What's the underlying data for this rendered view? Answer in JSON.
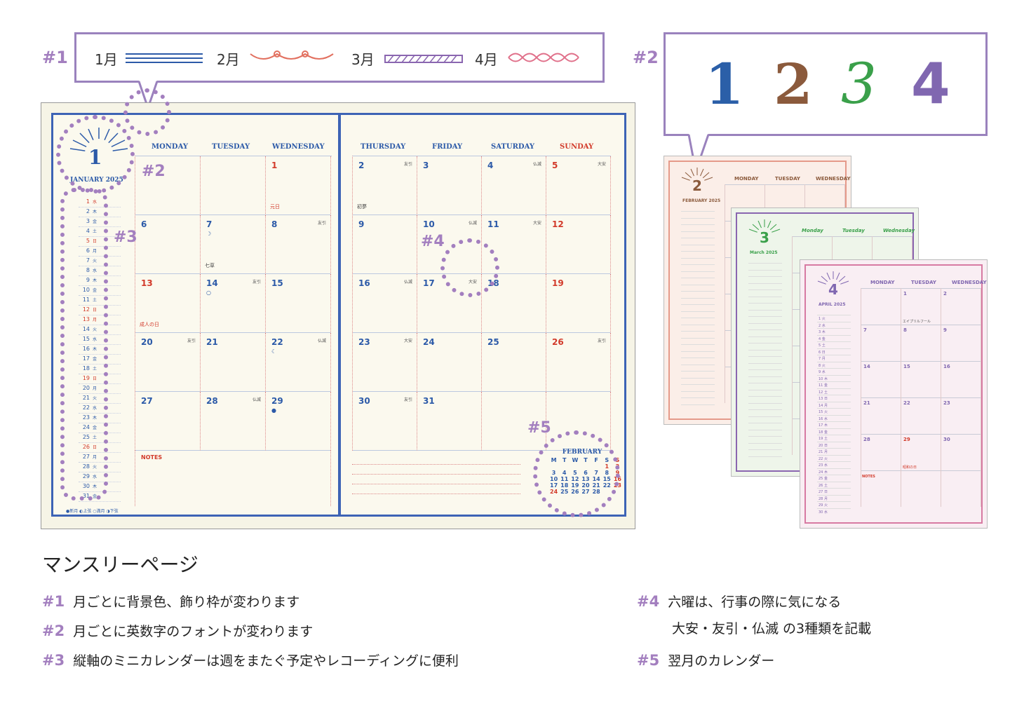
{
  "tags": {
    "t1": "#1",
    "t2": "#2",
    "t3": "#3",
    "t4": "#4",
    "t5": "#5"
  },
  "bubble1": {
    "months": [
      "1月",
      "2月",
      "3月",
      "4月"
    ],
    "colors": [
      "#2c5aa8",
      "#e2705f",
      "#8a66b0",
      "#e0708a"
    ]
  },
  "bubble2": {
    "digits": [
      "1",
      "2",
      "3",
      "4"
    ],
    "colors": [
      "#2b5fa8",
      "#8b5a3c",
      "#3aa04a",
      "#8067b0"
    ]
  },
  "planner": {
    "month_number": "1",
    "month_label": "JANUARY 2025",
    "left_days": [
      "MONDAY",
      "TUESDAY",
      "WEDNESDAY"
    ],
    "right_days": [
      "THURSDAY",
      "FRIDAY",
      "SATURDAY",
      "SUNDAY"
    ],
    "notes_label": "NOTES",
    "moon_legend": "●新月 ◐上弦 ○満月 ◑下弦",
    "left_cells": [
      [
        {
          "n": ""
        },
        {
          "n": ""
        },
        {
          "n": "1",
          "red": true,
          "holiday": "元日"
        }
      ],
      [
        {
          "n": "6"
        },
        {
          "n": "7",
          "moon": "☽",
          "event": "七草"
        },
        {
          "n": "8",
          "rokuyo": "友引"
        }
      ],
      [
        {
          "n": "13",
          "red": true,
          "holiday": "成人の日"
        },
        {
          "n": "14",
          "rokuyo": "友引",
          "moon": "○"
        },
        {
          "n": "15"
        }
      ],
      [
        {
          "n": "20",
          "rokuyo": "友引"
        },
        {
          "n": "21"
        },
        {
          "n": "22",
          "rokuyo": "仏滅",
          "moon": "☾"
        }
      ],
      [
        {
          "n": "27"
        },
        {
          "n": "28",
          "rokuyo": "仏滅"
        },
        {
          "n": "29",
          "moon": "●"
        }
      ]
    ],
    "right_cells": [
      [
        {
          "n": "2",
          "rokuyo": "友引",
          "event": "初夢"
        },
        {
          "n": "3"
        },
        {
          "n": "4",
          "rokuyo": "仏滅"
        },
        {
          "n": "5",
          "red": true,
          "rokuyo": "大安"
        }
      ],
      [
        {
          "n": "9"
        },
        {
          "n": "10",
          "rokuyo": "仏滅"
        },
        {
          "n": "11",
          "rokuyo": "大安"
        },
        {
          "n": "12",
          "red": true
        }
      ],
      [
        {
          "n": "16",
          "rokuyo": "仏滅"
        },
        {
          "n": "17",
          "rokuyo": "大安"
        },
        {
          "n": "18"
        },
        {
          "n": "19",
          "red": true
        }
      ],
      [
        {
          "n": "23",
          "rokuyo": "大安"
        },
        {
          "n": "24"
        },
        {
          "n": "25"
        },
        {
          "n": "26",
          "red": true,
          "rokuyo": "友引"
        }
      ],
      [
        {
          "n": "30",
          "rokuyo": "友引"
        },
        {
          "n": "31"
        },
        {
          "n": ""
        },
        {
          "n": ""
        }
      ]
    ],
    "vertical": [
      {
        "d": "1",
        "w": "水",
        "red": true
      },
      {
        "d": "2",
        "w": "木"
      },
      {
        "d": "3",
        "w": "金"
      },
      {
        "d": "4",
        "w": "土"
      },
      {
        "d": "5",
        "w": "日",
        "red": true
      },
      {
        "d": "6",
        "w": "月"
      },
      {
        "d": "7",
        "w": "火"
      },
      {
        "d": "8",
        "w": "水"
      },
      {
        "d": "9",
        "w": "木"
      },
      {
        "d": "10",
        "w": "金"
      },
      {
        "d": "11",
        "w": "土"
      },
      {
        "d": "12",
        "w": "日",
        "red": true
      },
      {
        "d": "13",
        "w": "月",
        "red": true
      },
      {
        "d": "14",
        "w": "火"
      },
      {
        "d": "15",
        "w": "水"
      },
      {
        "d": "16",
        "w": "木"
      },
      {
        "d": "17",
        "w": "金"
      },
      {
        "d": "18",
        "w": "土"
      },
      {
        "d": "19",
        "w": "日",
        "red": true
      },
      {
        "d": "20",
        "w": "月"
      },
      {
        "d": "21",
        "w": "火"
      },
      {
        "d": "22",
        "w": "水"
      },
      {
        "d": "23",
        "w": "木"
      },
      {
        "d": "24",
        "w": "金"
      },
      {
        "d": "25",
        "w": "土"
      },
      {
        "d": "26",
        "w": "日",
        "red": true
      },
      {
        "d": "27",
        "w": "月"
      },
      {
        "d": "28",
        "w": "火"
      },
      {
        "d": "29",
        "w": "水"
      },
      {
        "d": "30",
        "w": "木"
      },
      {
        "d": "31",
        "w": "金"
      }
    ],
    "mini": {
      "title": "FEBRUARY",
      "header": [
        "M",
        "T",
        "W",
        "T",
        "F",
        "S",
        "S"
      ],
      "rows": [
        [
          "",
          "",
          "",
          "",
          "",
          "1",
          "2"
        ],
        [
          "3",
          "4",
          "5",
          "6",
          "7",
          "8",
          "9"
        ],
        [
          "10",
          "11",
          "12",
          "13",
          "14",
          "15",
          "16"
        ],
        [
          "17",
          "18",
          "19",
          "20",
          "21",
          "22",
          "23"
        ],
        [
          "24",
          "25",
          "26",
          "27",
          "28",
          "",
          ""
        ]
      ]
    }
  },
  "thumbs": [
    {
      "num": "2",
      "label": "FEBRUARY 2025",
      "days": [
        "MONDAY",
        "TUESDAY",
        "WEDNESDAY"
      ],
      "color": "#8b5a3c",
      "border": "#e59a8a",
      "bg": "#fbeee8"
    },
    {
      "num": "3",
      "label": "March 2025",
      "days": [
        "Monday",
        "Tuesday",
        "Wednesday"
      ],
      "color": "#3aa04a",
      "border": "#8a66b0",
      "bg": "#eef5ea"
    },
    {
      "num": "4",
      "label": "APRIL 2025",
      "days": [
        "MONDAY",
        "TUESDAY",
        "WEDNESDAY"
      ],
      "color": "#8067b0",
      "border": "#d77aa2",
      "bg": "#f9eef3"
    }
  ],
  "thumb4_cells": [
    "1",
    "2",
    "7",
    "8",
    "9",
    "14",
    "15",
    "16",
    "21",
    "22",
    "23",
    "28",
    "29",
    "30"
  ],
  "thumb4_event": "エイプリルフール",
  "thumb4_event2": "昭和の日",
  "thumb4_notes": "NOTES",
  "thumb4_vertical": [
    "1 火",
    "2 水",
    "3 木",
    "4 金",
    "5 土",
    "6 日",
    "7 月",
    "8 火",
    "9 水",
    "10 木",
    "11 金",
    "12 土",
    "13 日",
    "14 月",
    "15 火",
    "16 水",
    "17 木",
    "18 金",
    "19 土",
    "20 日",
    "21 月",
    "22 火",
    "23 水",
    "24 木",
    "25 金",
    "26 土",
    "27 日",
    "28 月",
    "29 火",
    "30 水"
  ],
  "bottom": {
    "title": "マンスリーページ",
    "c1": "月ごとに背景色、飾り枠が変わります",
    "c2": "月ごとに英数字のフォントが変わります",
    "c3": "縦軸のミニカレンダーは週をまたぐ予定やレコーディングに便利",
    "c4a": "六曜は、行事の際に気になる",
    "c4b": "大安・友引・仏滅 の3種類を記載",
    "c5": "翌月のカレンダー"
  }
}
